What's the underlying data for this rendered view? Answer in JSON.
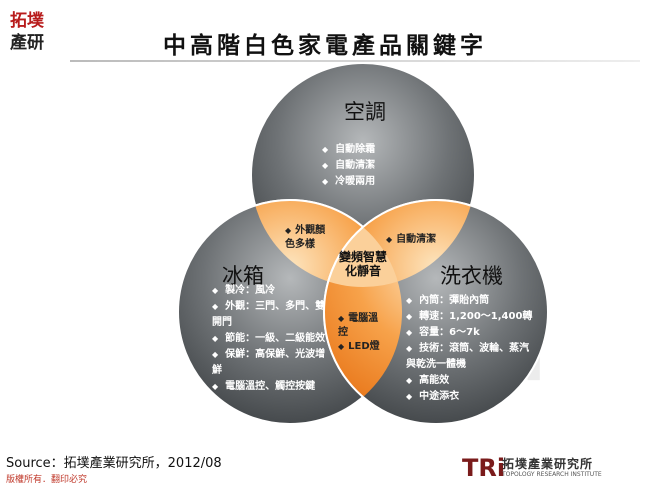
{
  "header": {
    "title": "中高階白色家電產品關鍵字",
    "logo_text": [
      "拓墣",
      "產研"
    ]
  },
  "venn": {
    "ac": {
      "title": "空調",
      "items": [
        "自動除霜",
        "自動清潔",
        "冷暖兩用"
      ]
    },
    "fridge": {
      "title": "冰箱",
      "items": [
        "製冷：風冷",
        "外觀：三門、多門、雙開門",
        "節能：一級、二級能效",
        "保鮮：高保鮮、光波增鮮",
        "電腦溫控、觸控按鍵"
      ]
    },
    "washer": {
      "title": "洗衣機",
      "items": [
        "內筒：彈貽內筒",
        "轉速：1,200～1,400轉",
        "容量：6～7k",
        "技術：滾筒、波輪、蒸汽與乾洗一體機",
        "高能效",
        "中途添衣"
      ]
    },
    "overlap_ac_fridge": [
      "外觀顏色多樣"
    ],
    "overlap_ac_washer": [
      "自動清潔"
    ],
    "overlap_fridge_washer": [
      "電腦溫控",
      "LED燈"
    ],
    "center": "變頻智慧化靜音"
  },
  "footer": {
    "source": "Source：拓墣產業研究所，2012/08",
    "copyright": "版權所有．翻印必究",
    "logo_mark": "TRi",
    "logo_name": "拓墣產業研究所",
    "logo_sub": "TOPOLOGY RESEARCH INSTITUTE"
  },
  "colors": {
    "circle_dark": "#55595c",
    "circle_light": "#a9acae",
    "overlap_orange": "#f07c14",
    "overlap_light": "#fcd7a0",
    "brand_red": "#c0392b"
  }
}
